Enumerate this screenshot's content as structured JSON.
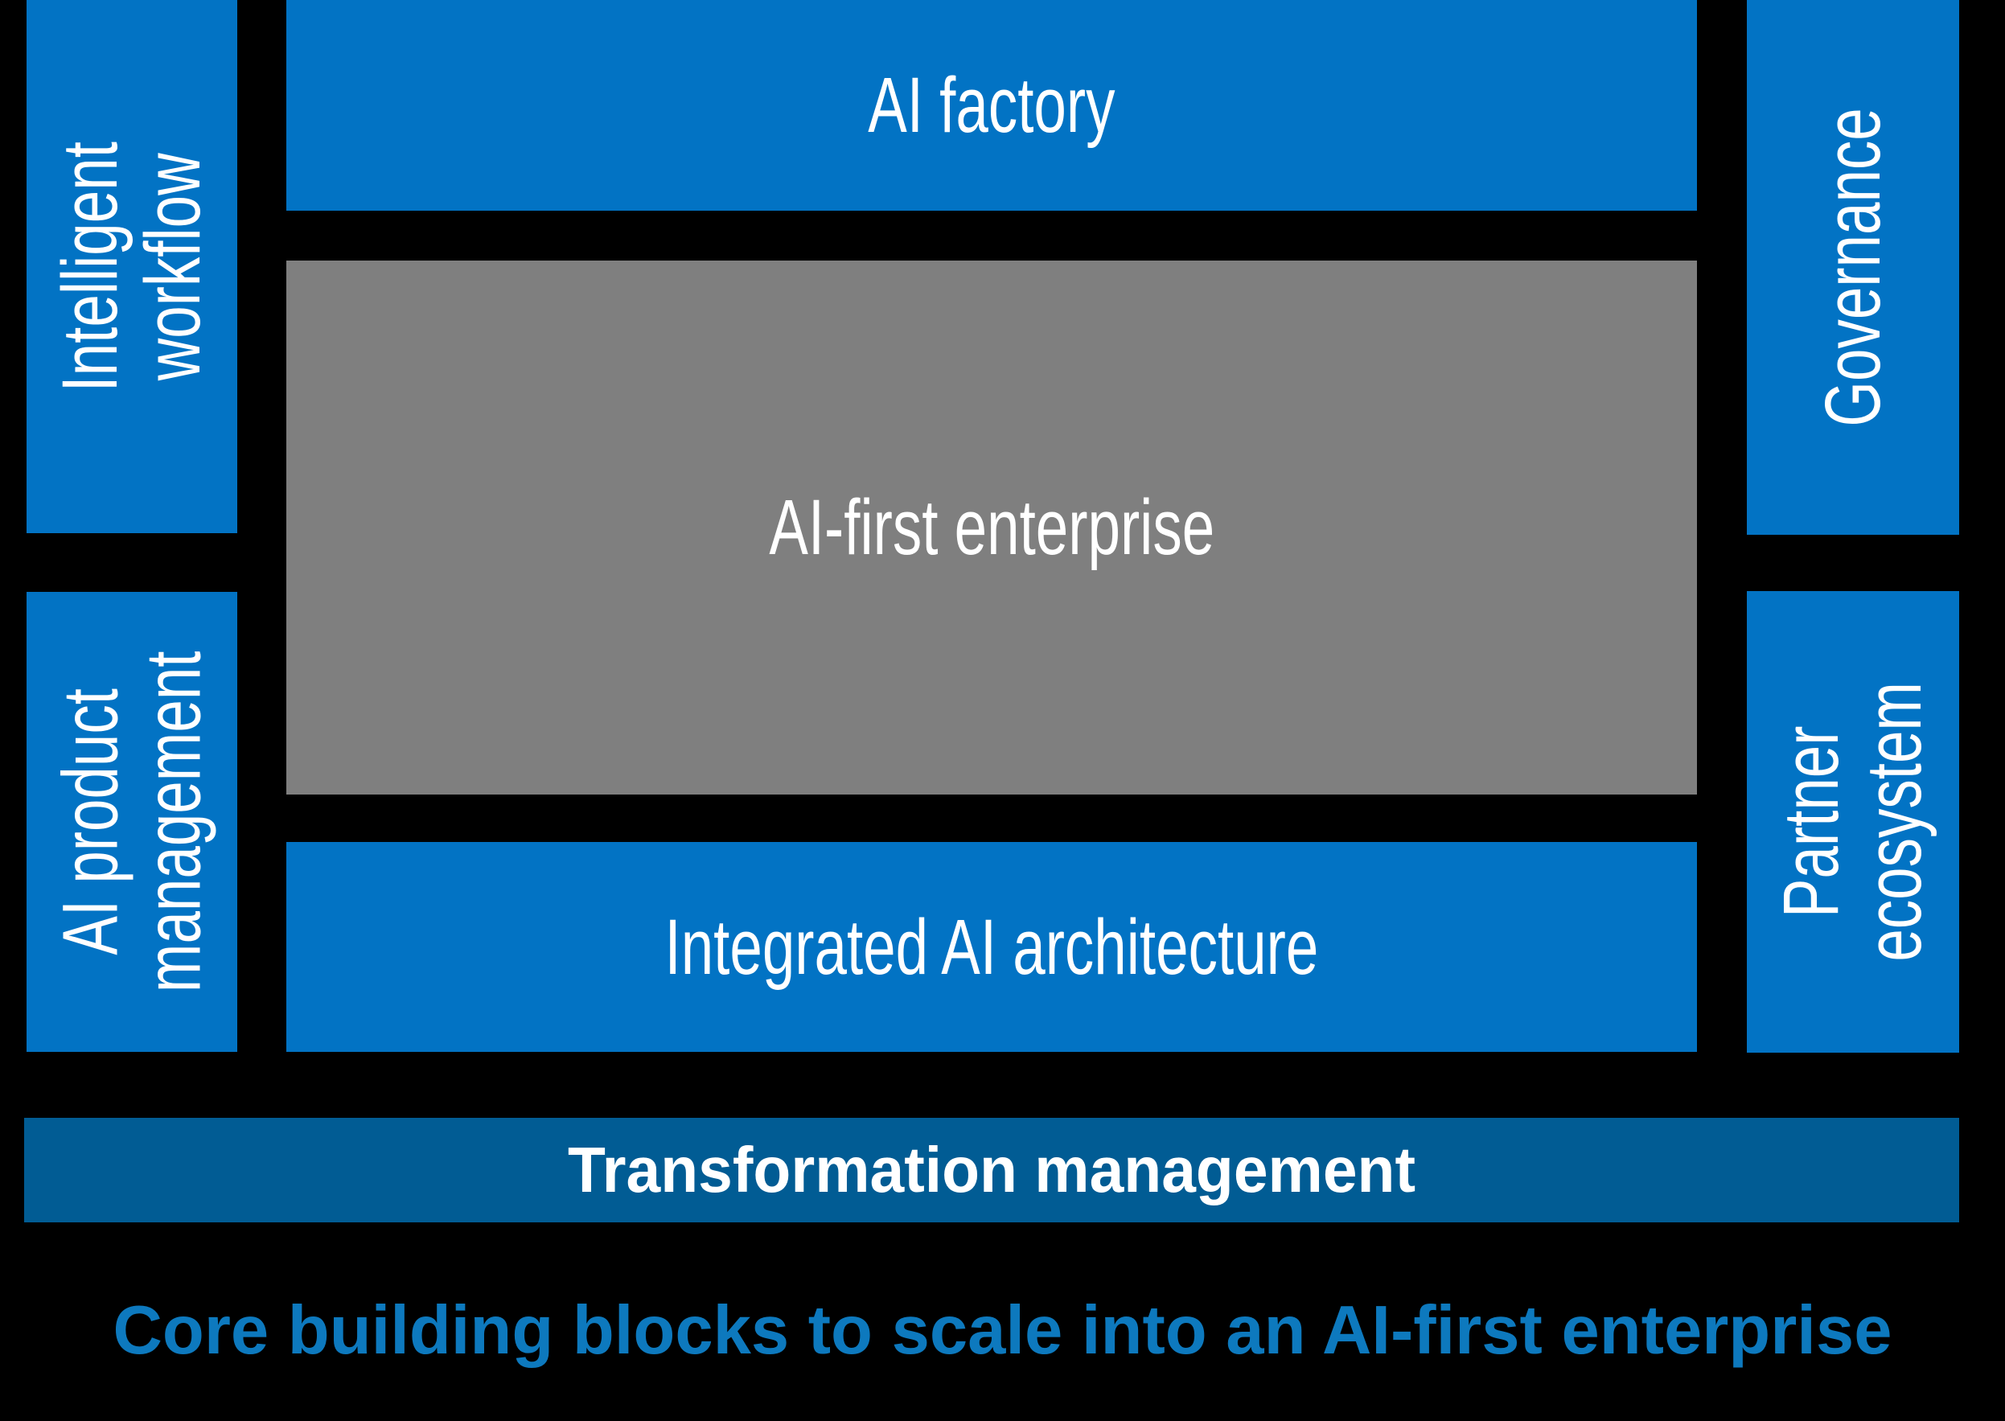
{
  "colors": {
    "background": "#000000",
    "block_blue": "#0273C4",
    "bar_blue": "#015C94",
    "center_gray": "#7F7F7F",
    "label_white": "#FFFFFF",
    "caption_blue": "#0D79BE"
  },
  "blocks": {
    "intelligent_workflow": {
      "label": "Intelligent\nworkflow"
    },
    "ai_product_management": {
      "label": "AI product\nmanagement"
    },
    "ai_factory": {
      "label": "AI factory"
    },
    "ai_first_enterprise": {
      "label": "AI-first enterprise"
    },
    "integrated_ai_architecture": {
      "label": "Integrated AI architecture"
    },
    "governance": {
      "label": "Governance"
    },
    "partner_ecosystem": {
      "label": "Partner\necosystem"
    },
    "transformation_management": {
      "label": "Transformation management"
    }
  },
  "caption": {
    "text": "Core building blocks to scale into an AI-first enterprise"
  }
}
